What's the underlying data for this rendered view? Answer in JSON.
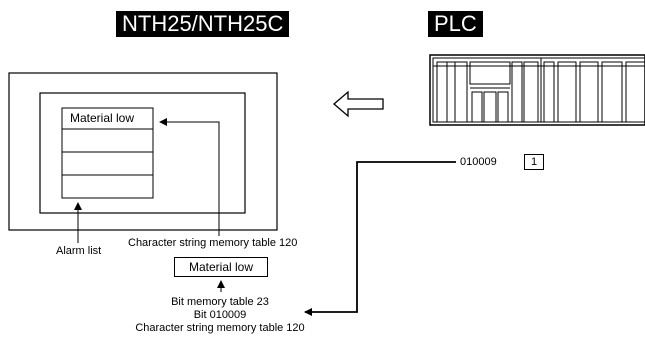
{
  "titles": {
    "left": "NTH25/NTH25C",
    "right": "PLC"
  },
  "panel": {
    "first_row": "Material low"
  },
  "labels": {
    "alarm_list": "Alarm list",
    "char_table_top": "Character string memory table 120",
    "material_box": "Material low",
    "bit_table": "Bit memory table 23",
    "bit": "Bit 010009",
    "char_table_bottom": "Character string memory table 120",
    "address": "010009",
    "address_value": "1"
  }
}
